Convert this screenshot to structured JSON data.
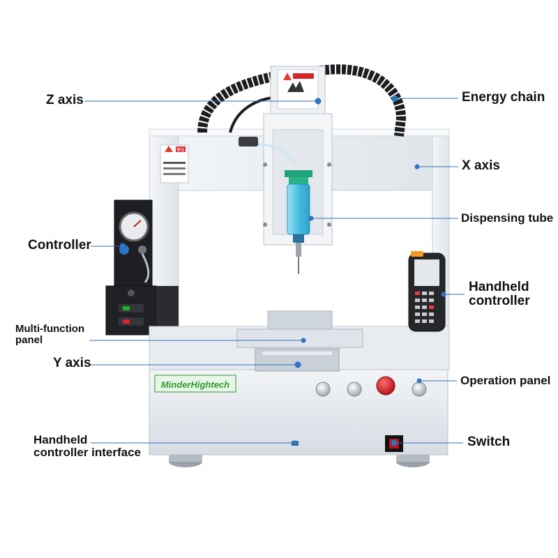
{
  "machine": {
    "logo_text": "MinderHightech",
    "warning_sign_text": "警告",
    "colors": {
      "frame": "#e9edf2",
      "frame_shadow": "#c9d0d8",
      "steel": "#dde2e8",
      "dark": "#1e1f22",
      "leader_line": "#2e6fb6",
      "leader_dot": "#2b78c8",
      "syringe": "#58c4e6",
      "syringe_cap": "#1fa37a",
      "estop": "#d81e26",
      "logo_green": "#2e9c2e",
      "switch": "#c4121b"
    },
    "icons": [
      "pressure-gauge-icon",
      "emergency-stop-icon",
      "warning-sign-icon",
      "keypad-icon"
    ]
  },
  "labels": {
    "z_axis": "Z axis",
    "energy_chain": "Energy chain",
    "x_axis": "X axis",
    "dispensing_tube": "Dispensing tube",
    "controller": "Controller",
    "handheld_controller": [
      "Handheld",
      "controller"
    ],
    "multi_function_panel": [
      "Multi-function",
      "panel"
    ],
    "y_axis": "Y axis",
    "operation_panel": "Operation panel",
    "handheld_controller_interface": [
      "Handheld",
      "controller interface"
    ],
    "switch": "Switch"
  }
}
